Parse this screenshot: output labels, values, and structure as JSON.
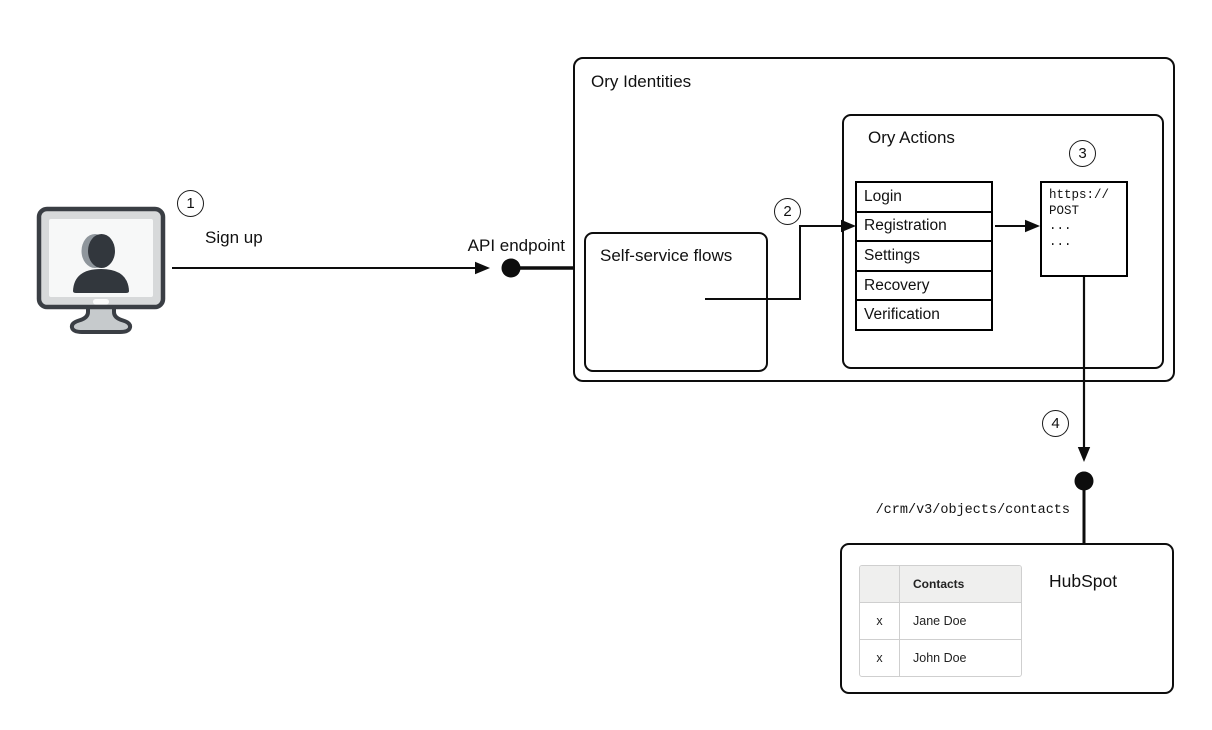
{
  "diagram": {
    "steps": [
      "1",
      "2",
      "3",
      "4"
    ],
    "signup_label": "Sign up",
    "api_endpoint_label": "API endpoint",
    "user_terminal_icon": "user-on-monitor-icon",
    "ory_identities": {
      "title": "Ory Identities",
      "self_service_flows": {
        "title": "Self-service flows"
      },
      "ory_actions": {
        "title": "Ory Actions",
        "flows": [
          "Login",
          "Registration",
          "Settings",
          "Recovery",
          "Verification"
        ],
        "webhook_code": [
          "https://",
          "POST",
          "...",
          "..."
        ]
      }
    },
    "hubspot": {
      "title": "HubSpot",
      "endpoint_path": "/crm/v3/objects/contacts",
      "contacts_table": {
        "headers": [
          "",
          "Contacts"
        ],
        "rows": [
          [
            "x",
            "Jane Doe"
          ],
          [
            "x",
            "John Doe"
          ]
        ]
      }
    },
    "colors": {
      "line": "#0d0d0d",
      "box_border": "#0d0d0d",
      "contacts_header_bg": "#efefee",
      "contacts_border": "#cfcfcf",
      "icon_dark": "#32373d",
      "icon_gray": "#d7d9da"
    }
  }
}
